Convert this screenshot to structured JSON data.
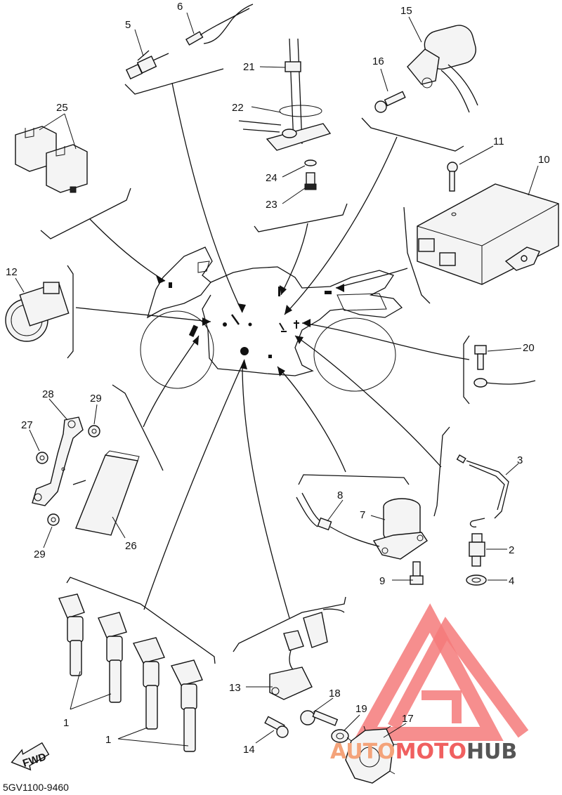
{
  "diagram_code": "5GV1100-9460",
  "fwd_label": "FWD",
  "watermark": {
    "brand_part1": "AUTO",
    "brand_part2": "MOTO",
    "brand_part3": "HUB",
    "color_red": "#f06060",
    "color_dark": "#555555"
  },
  "callouts": {
    "p1a": "1",
    "p1b": "1",
    "p2": "2",
    "p3": "3",
    "p4": "4",
    "p5": "5",
    "p6": "6",
    "p7": "7",
    "p8": "8",
    "p9": "9",
    "p10": "10",
    "p11": "11",
    "p12": "12",
    "p13": "13",
    "p14": "14",
    "p15": "15",
    "p16": "16",
    "p17": "17",
    "p18": "18",
    "p19": "19",
    "p20": "20",
    "p21": "21",
    "p22": "22",
    "p23": "23",
    "p24": "24",
    "p25": "25",
    "p26": "26",
    "p27": "27",
    "p28": "28",
    "p29a": "29",
    "p29b": "29"
  }
}
